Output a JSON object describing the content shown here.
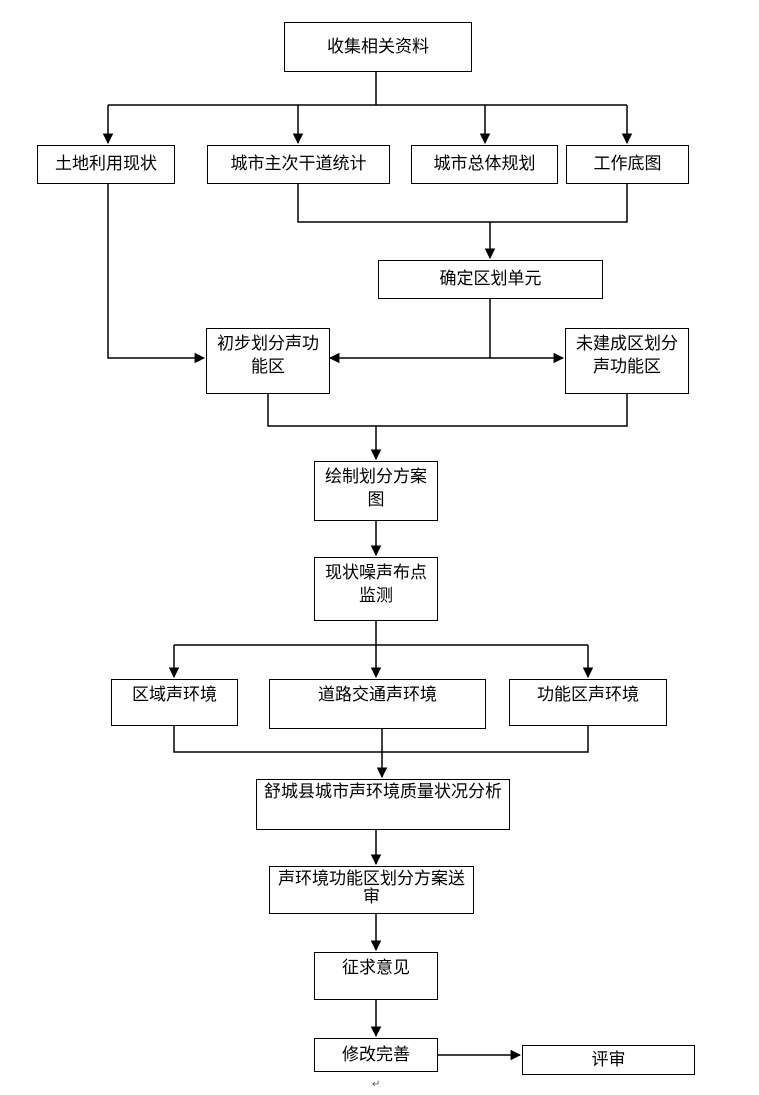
{
  "nodes": {
    "collect": "收集相关资料",
    "land_use": "土地利用现状",
    "roads": "城市主次干道统计",
    "master_plan": "城市总体规划",
    "base_map": "工作底图",
    "units": "确定区划单元",
    "initial_zones": "初步划分声功能区",
    "unbuilt_zones": "未建成区划分声功能区",
    "draw_plan": "绘制划分方案图",
    "monitoring": "现状噪声布点监测",
    "regional_env": "区域声环境",
    "traffic_env": "道路交通声环境",
    "zone_env": "功能区声环境",
    "analysis": "舒城县城市声环境质量状况分析",
    "submit": "声环境功能区划分方案送审",
    "opinions": "征求意见",
    "revise": "修改完善",
    "review": "评审"
  },
  "footnote": "↵"
}
